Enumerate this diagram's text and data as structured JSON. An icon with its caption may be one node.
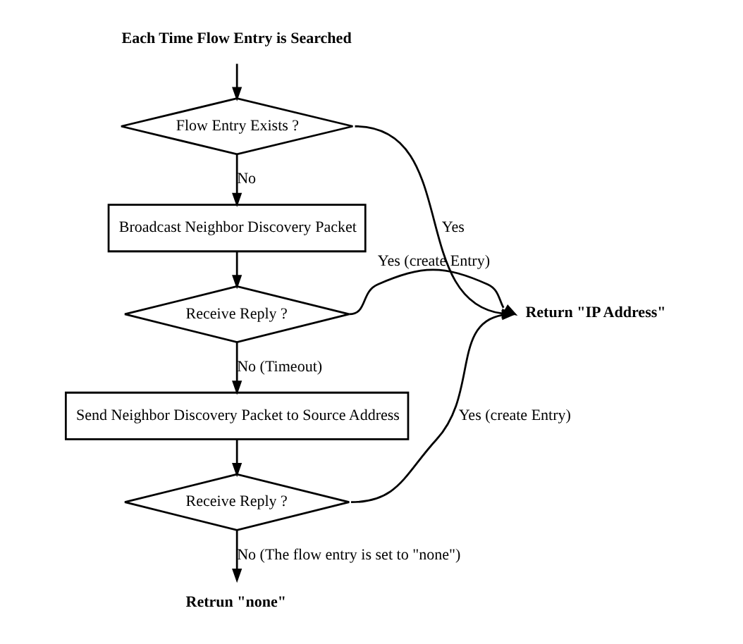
{
  "diagram": {
    "nodes": [
      {
        "text": [
          "Each Time Flow Entry is Searched"
        ]
      },
      {
        "text": [
          "Flow Entry Exists ?"
        ]
      },
      {
        "text": [
          "Broadcast Neighbor Discovery Packet"
        ]
      },
      {
        "text": [
          "Receive Reply ?"
        ]
      },
      {
        "text": [
          "Send Neighbor Discovery Packet to Source Address"
        ]
      },
      {
        "text": [
          "Receive Reply ?"
        ]
      },
      {
        "text": [
          "Retrun \"none\""
        ]
      },
      {
        "text": [
          "Return \"IP Address\""
        ]
      }
    ],
    "edges": [
      {
        "from": 0,
        "to": 1,
        "arrow": "to"
      },
      {
        "from": 1,
        "to": 2,
        "arrow": "to",
        "label": "No"
      },
      {
        "from": 2,
        "to": 3,
        "arrow": "to"
      },
      {
        "from": 3,
        "to": 4,
        "arrow": "to",
        "label": "No (Timeout)"
      },
      {
        "from": 4,
        "to": 5,
        "arrow": "to"
      },
      {
        "from": 5,
        "to": 6,
        "arrow": "to",
        "label": "No (The flow entry is set to \"none\")"
      },
      {
        "from": 1,
        "to": 7,
        "arrow": "to",
        "label": "Yes"
      },
      {
        "from": 3,
        "to": 7,
        "arrow": "to",
        "label": "Yes (create Entry)"
      },
      {
        "from": 5,
        "to": 7,
        "arrow": "to",
        "label": "Yes (create Entry)"
      }
    ]
  }
}
